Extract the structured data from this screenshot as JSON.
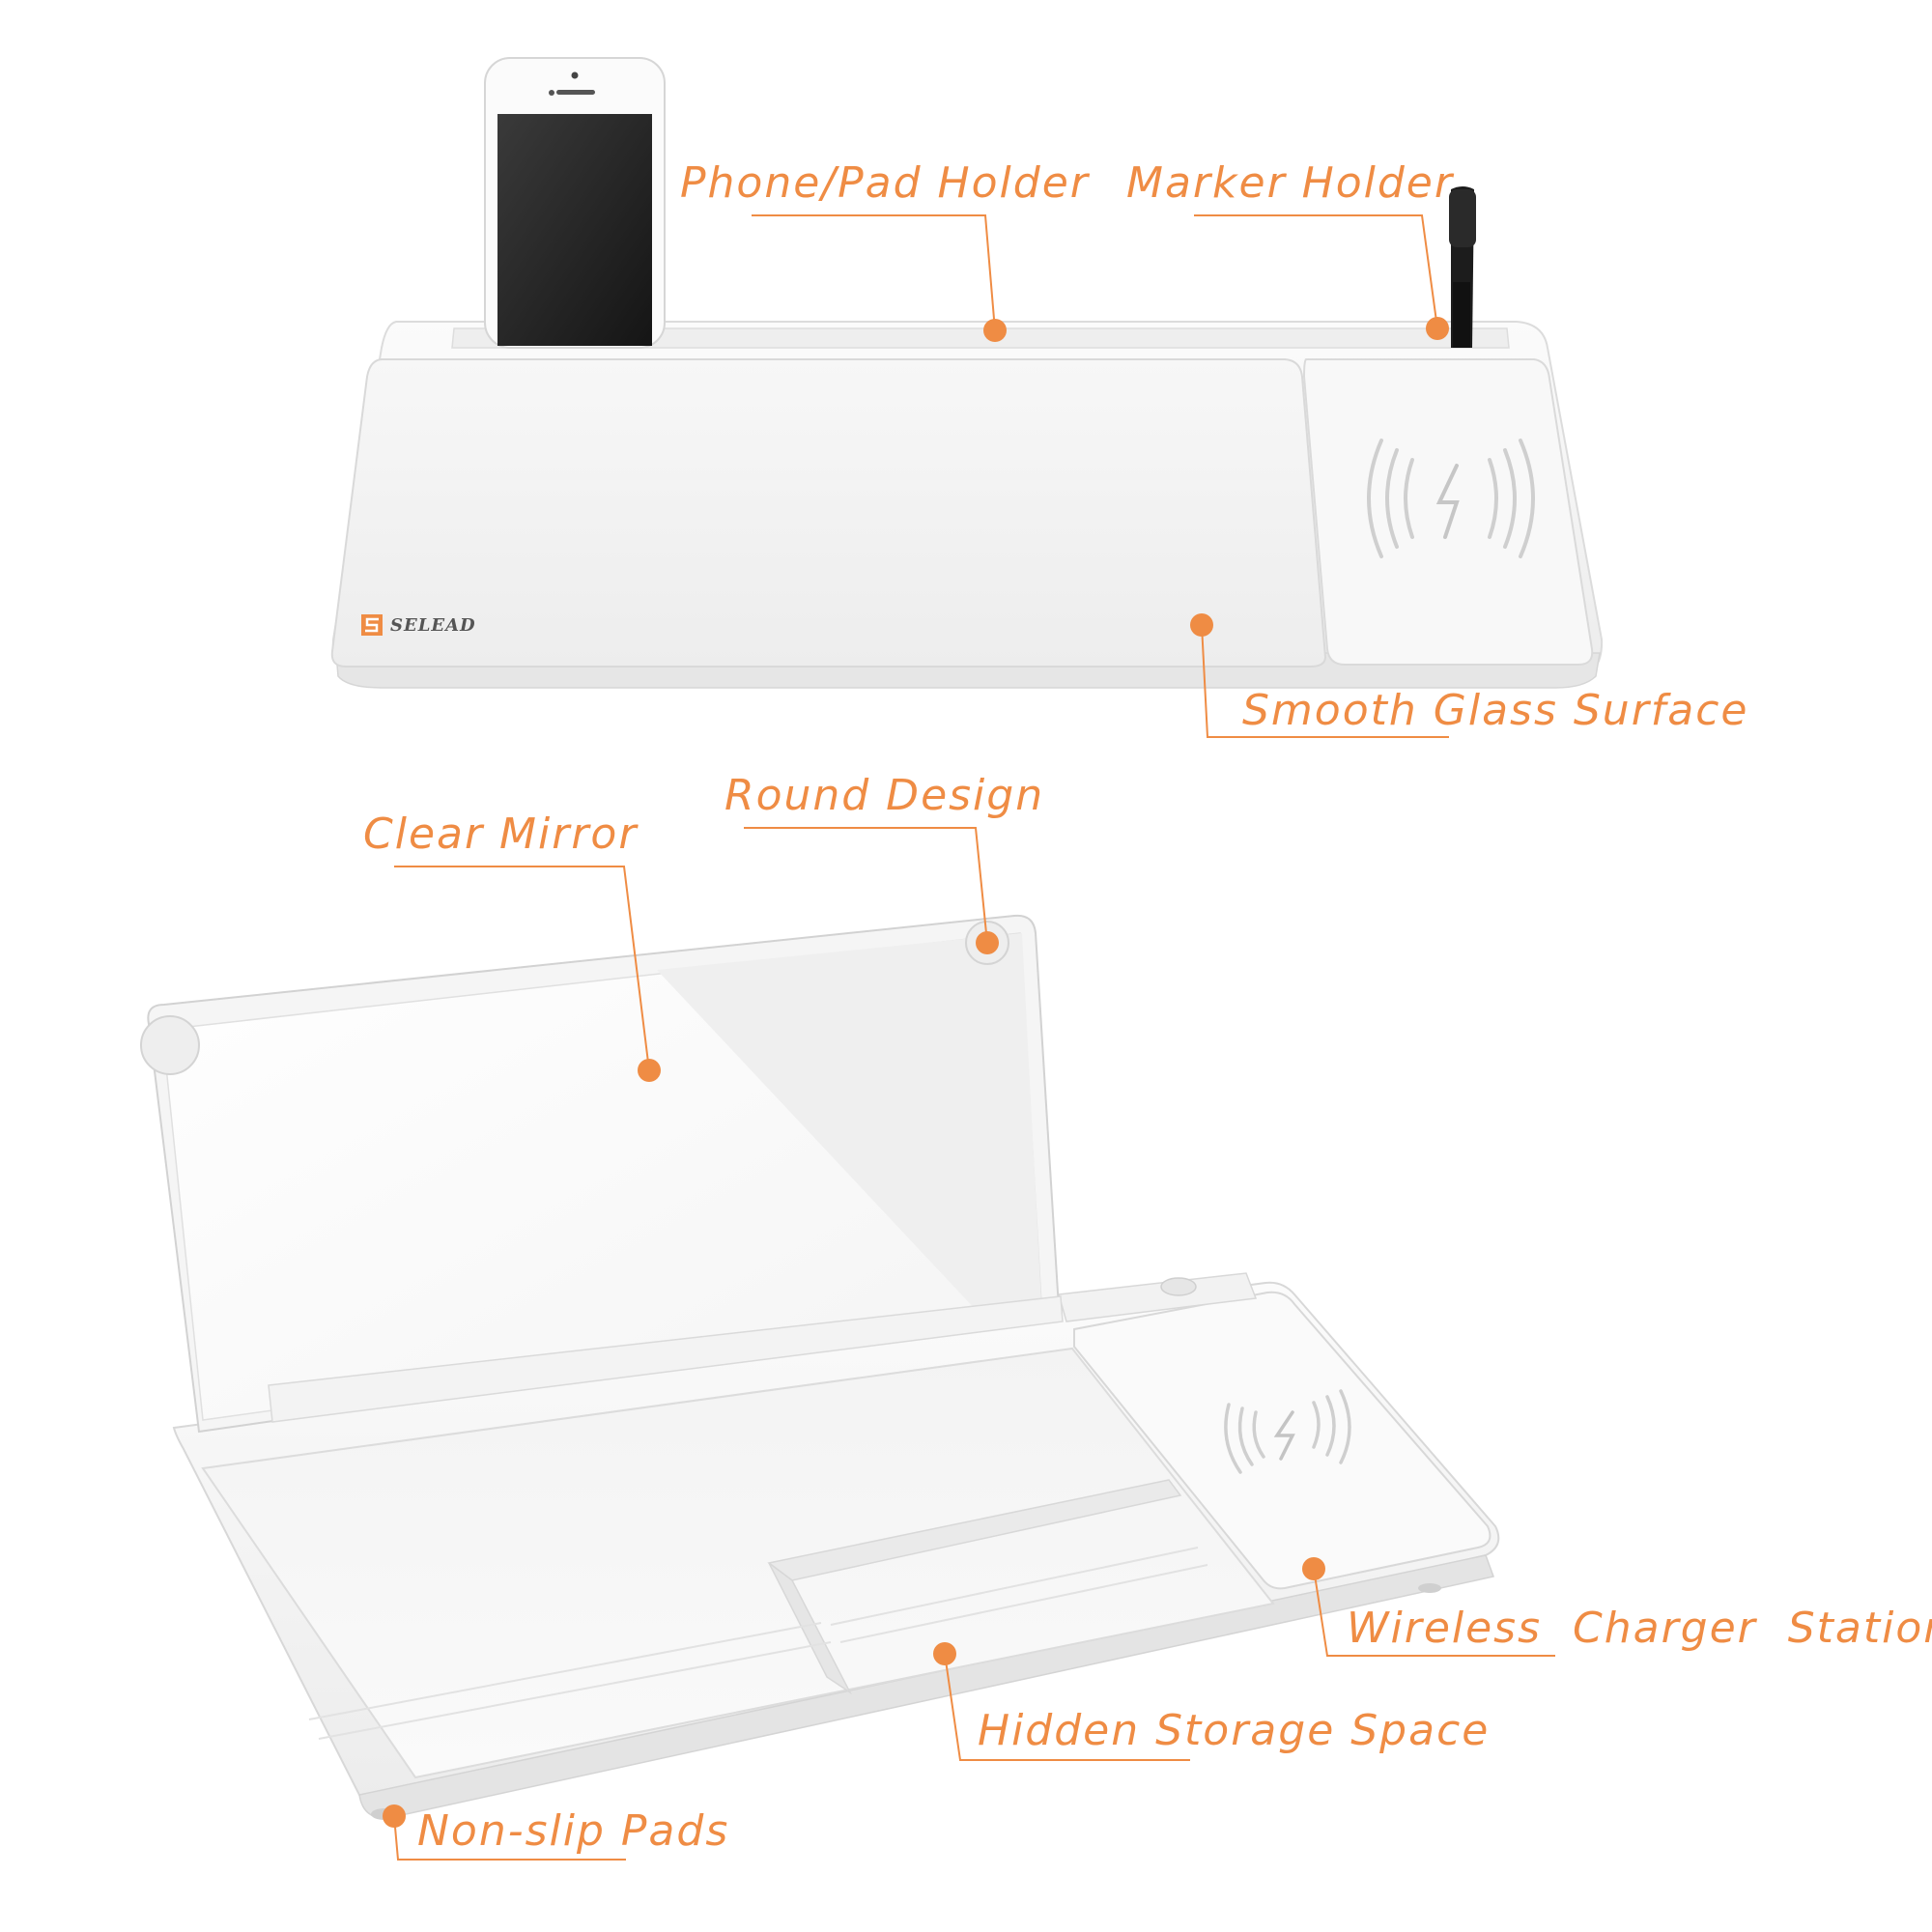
{
  "accent_color": "#ef8c44",
  "brand": {
    "name": "SELEAD",
    "logo_icon": "selead-s-logo-icon"
  },
  "callouts": {
    "phone_holder": "Phone/Pad Holder",
    "marker_holder": "Marker Holder",
    "glass_surface": "Smooth Glass Surface",
    "round_design": "Round Design",
    "clear_mirror": "Clear Mirror",
    "wireless_charger": "Wireless  Charger  Station",
    "hidden_storage": "Hidden Storage Space",
    "non_slip_pads": "Non-slip Pads"
  },
  "icons": {
    "charger": "wireless-charging-icon",
    "pen": "marker-pen-icon",
    "phone": "smartphone-icon"
  }
}
